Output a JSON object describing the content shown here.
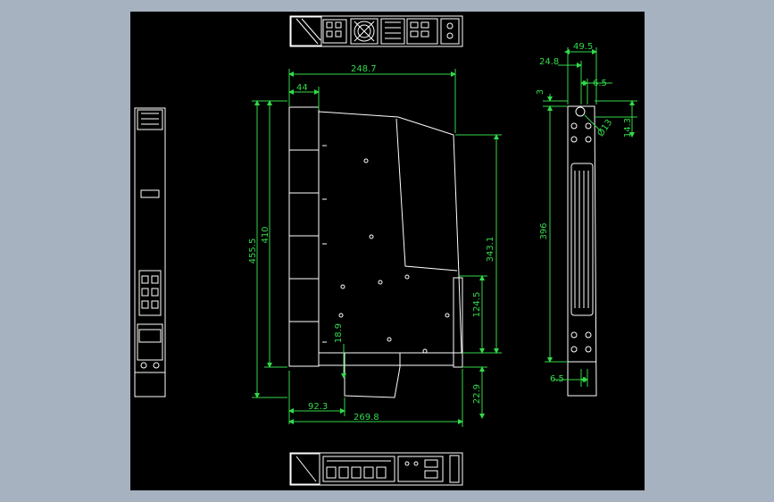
{
  "colors": {
    "background": "#a7b2c1",
    "drawing_background": "#000000",
    "outline": "#ffffff",
    "dimension": "#33d94a"
  },
  "dimensions": {
    "d_248_7": "248.7",
    "d_44": "44",
    "d_455_5": "455.5",
    "d_410": "410",
    "d_343_1": "343.1",
    "d_124_5": "124.5",
    "d_18_9": "18.9",
    "d_22_9": "22.9",
    "d_92_3": "92.3",
    "d_269_8": "269.8",
    "d_49_5": "49.5",
    "d_24_8": "24.8",
    "d_6_5_top": "6.5",
    "d_3": "3",
    "d_14_3": "14.3",
    "d_dia_13": "Ø13",
    "d_396": "396",
    "d_6_5_bottom": "6.5"
  }
}
